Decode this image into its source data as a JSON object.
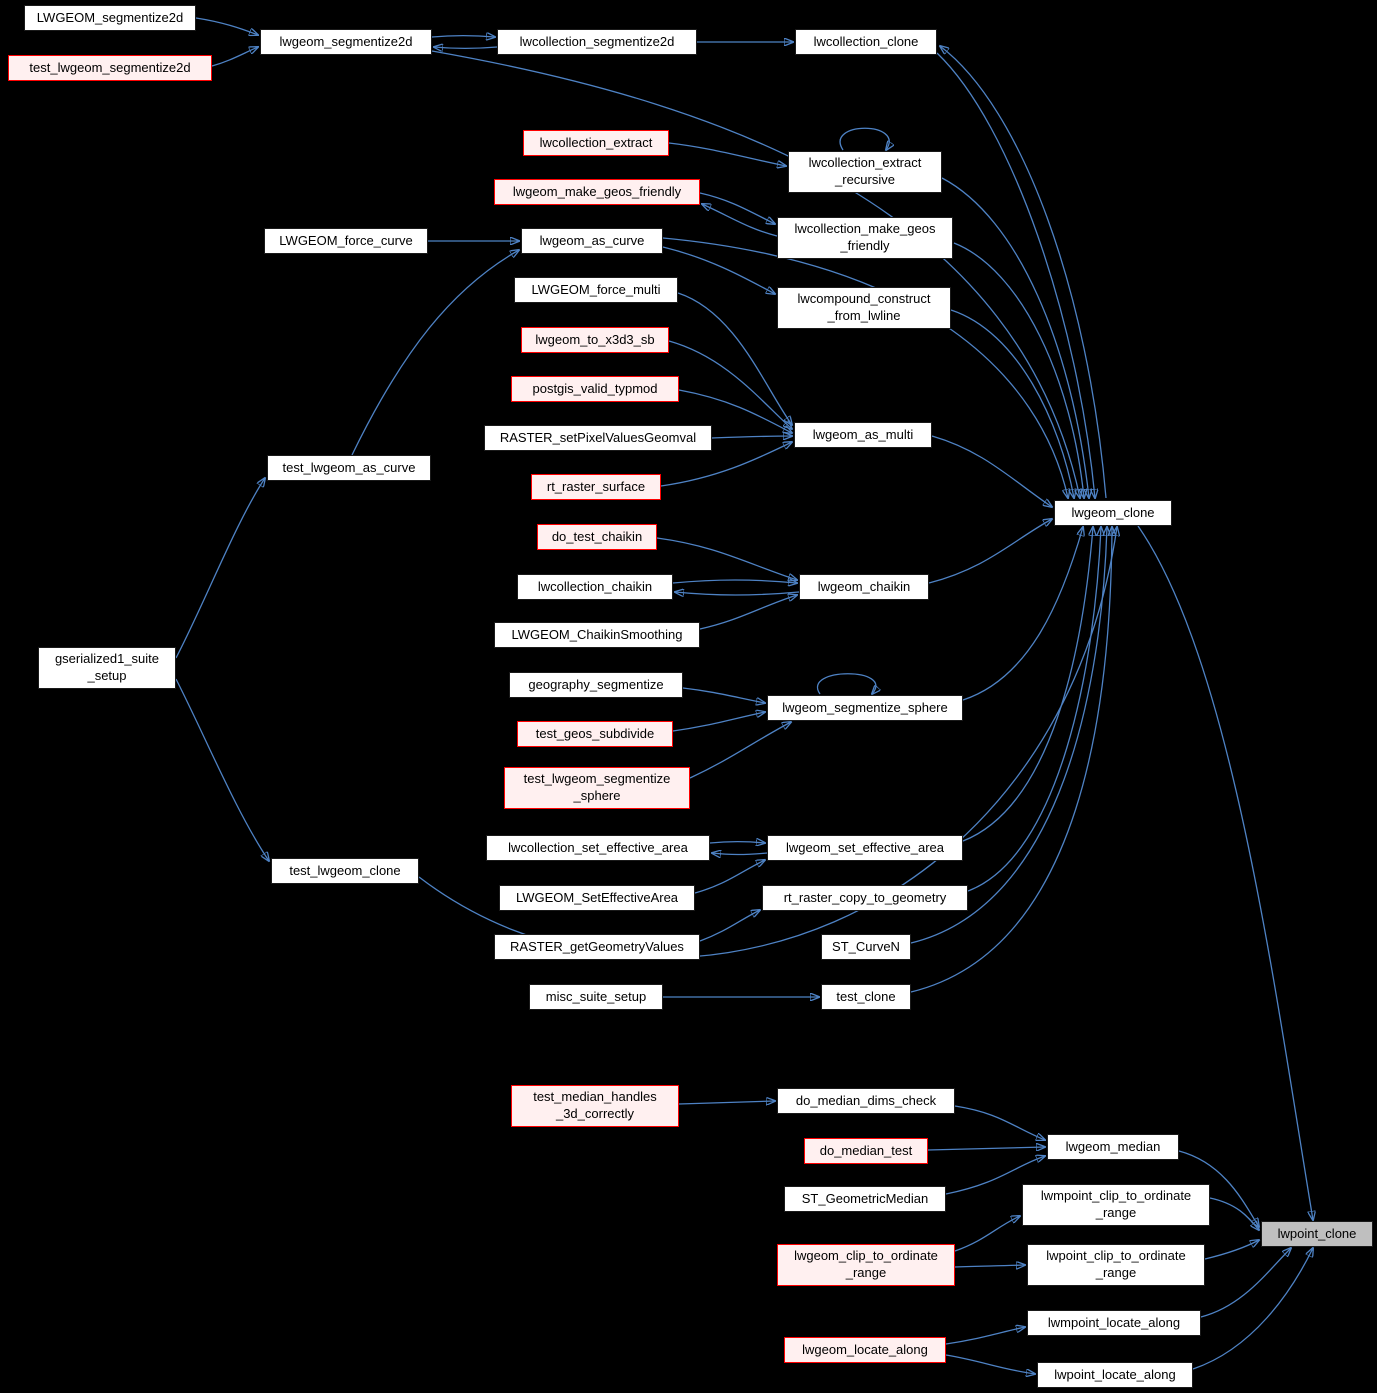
{
  "graph": {
    "kind": "doxygen-caller-graph",
    "colors": {
      "background": "#000000",
      "edge": "#4e82c4",
      "node_fill": "#ffffff",
      "node_border": "#1a1a1a",
      "truncated_fill": "#fff0f0",
      "truncated_border": "#ff0000",
      "focus_fill": "#bfbfbf"
    },
    "nodes": [
      {
        "id": "LWGEOM_segmentize2d",
        "label": "LWGEOM_segmentize2d",
        "kind": "normal"
      },
      {
        "id": "test_lwgeom_segmentize2d",
        "label": "test_lwgeom_segmentize2d",
        "kind": "truncated"
      },
      {
        "id": "lwgeom_segmentize2d",
        "label": "lwgeom_segmentize2d",
        "kind": "normal"
      },
      {
        "id": "lwcollection_segmentize2d",
        "label": "lwcollection_segmentize2d",
        "kind": "normal"
      },
      {
        "id": "lwcollection_clone",
        "label": "lwcollection_clone",
        "kind": "normal"
      },
      {
        "id": "lwcollection_extract",
        "label": "lwcollection_extract",
        "kind": "truncated"
      },
      {
        "id": "lwcollection_extract_recursive",
        "label": "lwcollection_extract\n_recursive",
        "kind": "normal"
      },
      {
        "id": "lwgeom_make_geos_friendly",
        "label": "lwgeom_make_geos_friendly",
        "kind": "truncated"
      },
      {
        "id": "LWGEOM_force_curve",
        "label": "LWGEOM_force_curve",
        "kind": "normal"
      },
      {
        "id": "lwgeom_as_curve",
        "label": "lwgeom_as_curve",
        "kind": "normal"
      },
      {
        "id": "lwcollection_make_geos_friendly",
        "label": "lwcollection_make_geos\n_friendly",
        "kind": "normal"
      },
      {
        "id": "LWGEOM_force_multi",
        "label": "LWGEOM_force_multi",
        "kind": "normal"
      },
      {
        "id": "lwcompound_construct_from_lwline",
        "label": "lwcompound_construct\n_from_lwline",
        "kind": "normal"
      },
      {
        "id": "lwgeom_to_x3d3_sb",
        "label": "lwgeom_to_x3d3_sb",
        "kind": "truncated"
      },
      {
        "id": "postgis_valid_typmod",
        "label": "postgis_valid_typmod",
        "kind": "truncated"
      },
      {
        "id": "RASTER_setPixelValuesGeomval",
        "label": "RASTER_setPixelValuesGeomval",
        "kind": "normal"
      },
      {
        "id": "lwgeom_as_multi",
        "label": "lwgeom_as_multi",
        "kind": "normal"
      },
      {
        "id": "rt_raster_surface",
        "label": "rt_raster_surface",
        "kind": "truncated"
      },
      {
        "id": "test_lwgeom_as_curve",
        "label": "test_lwgeom_as_curve",
        "kind": "normal"
      },
      {
        "id": "lwgeom_clone",
        "label": "lwgeom_clone",
        "kind": "normal"
      },
      {
        "id": "do_test_chaikin",
        "label": "do_test_chaikin",
        "kind": "truncated"
      },
      {
        "id": "lwcollection_chaikin",
        "label": "lwcollection_chaikin",
        "kind": "normal"
      },
      {
        "id": "lwgeom_chaikin",
        "label": "lwgeom_chaikin",
        "kind": "normal"
      },
      {
        "id": "LWGEOM_ChaikinSmoothing",
        "label": "LWGEOM_ChaikinSmoothing",
        "kind": "normal"
      },
      {
        "id": "gserialized1_suite_setup",
        "label": "gserialized1_suite\n_setup",
        "kind": "normal"
      },
      {
        "id": "geography_segmentize",
        "label": "geography_segmentize",
        "kind": "normal"
      },
      {
        "id": "lwgeom_segmentize_sphere",
        "label": "lwgeom_segmentize_sphere",
        "kind": "normal"
      },
      {
        "id": "test_geos_subdivide",
        "label": "test_geos_subdivide",
        "kind": "truncated"
      },
      {
        "id": "test_lwgeom_segmentize_sphere",
        "label": "test_lwgeom_segmentize\n_sphere",
        "kind": "truncated"
      },
      {
        "id": "lwcollection_set_effective_area",
        "label": "lwcollection_set_effective_area",
        "kind": "normal"
      },
      {
        "id": "lwgeom_set_effective_area",
        "label": "lwgeom_set_effective_area",
        "kind": "normal"
      },
      {
        "id": "test_lwgeom_clone",
        "label": "test_lwgeom_clone",
        "kind": "normal"
      },
      {
        "id": "LWGEOM_SetEffectiveArea",
        "label": "LWGEOM_SetEffectiveArea",
        "kind": "normal"
      },
      {
        "id": "rt_raster_copy_to_geometry",
        "label": "rt_raster_copy_to_geometry",
        "kind": "normal"
      },
      {
        "id": "RASTER_getGeometryValues",
        "label": "RASTER_getGeometryValues",
        "kind": "normal"
      },
      {
        "id": "ST_CurveN",
        "label": "ST_CurveN",
        "kind": "normal"
      },
      {
        "id": "misc_suite_setup",
        "label": "misc_suite_setup",
        "kind": "normal"
      },
      {
        "id": "test_clone",
        "label": "test_clone",
        "kind": "normal"
      },
      {
        "id": "test_median_handles_3d_correctly",
        "label": "test_median_handles\n_3d_correctly",
        "kind": "truncated"
      },
      {
        "id": "do_median_dims_check",
        "label": "do_median_dims_check",
        "kind": "normal"
      },
      {
        "id": "do_median_test",
        "label": "do_median_test",
        "kind": "truncated"
      },
      {
        "id": "lwgeom_median",
        "label": "lwgeom_median",
        "kind": "normal"
      },
      {
        "id": "ST_GeometricMedian",
        "label": "ST_GeometricMedian",
        "kind": "normal"
      },
      {
        "id": "lwmpoint_clip_to_ordinate_range",
        "label": "lwmpoint_clip_to_ordinate\n_range",
        "kind": "normal"
      },
      {
        "id": "lwgeom_clip_to_ordinate_range",
        "label": "lwgeom_clip_to_ordinate\n_range",
        "kind": "truncated"
      },
      {
        "id": "lwpoint_clip_to_ordinate_range",
        "label": "lwpoint_clip_to_ordinate\n_range",
        "kind": "normal"
      },
      {
        "id": "lwpoint_clone",
        "label": "lwpoint_clone",
        "kind": "focus"
      },
      {
        "id": "lwmpoint_locate_along",
        "label": "lwmpoint_locate_along",
        "kind": "normal"
      },
      {
        "id": "lwgeom_locate_along",
        "label": "lwgeom_locate_along",
        "kind": "truncated"
      },
      {
        "id": "lwpoint_locate_along",
        "label": "lwpoint_locate_along",
        "kind": "normal"
      }
    ],
    "edges": [
      {
        "from": "LWGEOM_segmentize2d",
        "to": "lwgeom_segmentize2d"
      },
      {
        "from": "test_lwgeom_segmentize2d",
        "to": "lwgeom_segmentize2d"
      },
      {
        "from": "lwgeom_segmentize2d",
        "to": "lwcollection_segmentize2d"
      },
      {
        "from": "lwcollection_segmentize2d",
        "to": "lwgeom_segmentize2d"
      },
      {
        "from": "lwcollection_segmentize2d",
        "to": "lwcollection_clone"
      },
      {
        "from": "lwcollection_clone",
        "to": "lwgeom_clone"
      },
      {
        "from": "lwgeom_clone",
        "to": "lwcollection_clone"
      },
      {
        "from": "lwgeom_segmentize2d",
        "to": "lwgeom_clone"
      },
      {
        "from": "lwcollection_extract",
        "to": "lwcollection_extract_recursive"
      },
      {
        "from": "lwcollection_extract_recursive",
        "to": "lwcollection_extract_recursive"
      },
      {
        "from": "lwcollection_extract_recursive",
        "to": "lwgeom_clone"
      },
      {
        "from": "lwgeom_make_geos_friendly",
        "to": "lwcollection_make_geos_friendly"
      },
      {
        "from": "lwcollection_make_geos_friendly",
        "to": "lwgeom_make_geos_friendly"
      },
      {
        "from": "lwcollection_make_geos_friendly",
        "to": "lwgeom_clone"
      },
      {
        "from": "LWGEOM_force_curve",
        "to": "lwgeom_as_curve"
      },
      {
        "from": "test_lwgeom_as_curve",
        "to": "lwgeom_as_curve"
      },
      {
        "from": "lwgeom_as_curve",
        "to": "lwcompound_construct_from_lwline"
      },
      {
        "from": "lwgeom_as_curve",
        "to": "lwgeom_clone"
      },
      {
        "from": "lwcompound_construct_from_lwline",
        "to": "lwgeom_clone"
      },
      {
        "from": "LWGEOM_force_multi",
        "to": "lwgeom_as_multi"
      },
      {
        "from": "lwgeom_to_x3d3_sb",
        "to": "lwgeom_as_multi"
      },
      {
        "from": "postgis_valid_typmod",
        "to": "lwgeom_as_multi"
      },
      {
        "from": "RASTER_setPixelValuesGeomval",
        "to": "lwgeom_as_multi"
      },
      {
        "from": "rt_raster_surface",
        "to": "lwgeom_as_multi"
      },
      {
        "from": "lwgeom_as_multi",
        "to": "lwgeom_clone"
      },
      {
        "from": "do_test_chaikin",
        "to": "lwgeom_chaikin"
      },
      {
        "from": "lwcollection_chaikin",
        "to": "lwgeom_chaikin"
      },
      {
        "from": "lwgeom_chaikin",
        "to": "lwcollection_chaikin"
      },
      {
        "from": "LWGEOM_ChaikinSmoothing",
        "to": "lwgeom_chaikin"
      },
      {
        "from": "lwgeom_chaikin",
        "to": "lwgeom_clone"
      },
      {
        "from": "geography_segmentize",
        "to": "lwgeom_segmentize_sphere"
      },
      {
        "from": "test_geos_subdivide",
        "to": "lwgeom_segmentize_sphere"
      },
      {
        "from": "test_lwgeom_segmentize_sphere",
        "to": "lwgeom_segmentize_sphere"
      },
      {
        "from": "lwgeom_segmentize_sphere",
        "to": "lwgeom_segmentize_sphere"
      },
      {
        "from": "lwgeom_segmentize_sphere",
        "to": "lwgeom_clone"
      },
      {
        "from": "lwcollection_set_effective_area",
        "to": "lwgeom_set_effective_area"
      },
      {
        "from": "lwgeom_set_effective_area",
        "to": "lwcollection_set_effective_area"
      },
      {
        "from": "LWGEOM_SetEffectiveArea",
        "to": "lwgeom_set_effective_area"
      },
      {
        "from": "lwgeom_set_effective_area",
        "to": "lwgeom_clone"
      },
      {
        "from": "RASTER_getGeometryValues",
        "to": "rt_raster_copy_to_geometry"
      },
      {
        "from": "rt_raster_copy_to_geometry",
        "to": "lwgeom_clone"
      },
      {
        "from": "ST_CurveN",
        "to": "lwgeom_clone"
      },
      {
        "from": "misc_suite_setup",
        "to": "test_clone"
      },
      {
        "from": "test_clone",
        "to": "lwgeom_clone"
      },
      {
        "from": "test_lwgeom_clone",
        "to": "lwgeom_clone"
      },
      {
        "from": "gserialized1_suite_setup",
        "to": "test_lwgeom_as_curve"
      },
      {
        "from": "gserialized1_suite_setup",
        "to": "test_lwgeom_clone"
      },
      {
        "from": "test_median_handles_3d_correctly",
        "to": "do_median_dims_check"
      },
      {
        "from": "do_median_dims_check",
        "to": "lwgeom_median"
      },
      {
        "from": "do_median_test",
        "to": "lwgeom_median"
      },
      {
        "from": "ST_GeometricMedian",
        "to": "lwgeom_median"
      },
      {
        "from": "lwgeom_median",
        "to": "lwpoint_clone"
      },
      {
        "from": "lwgeom_clip_to_ordinate_range",
        "to": "lwmpoint_clip_to_ordinate_range"
      },
      {
        "from": "lwgeom_clip_to_ordinate_range",
        "to": "lwpoint_clip_to_ordinate_range"
      },
      {
        "from": "lwmpoint_clip_to_ordinate_range",
        "to": "lwpoint_clone"
      },
      {
        "from": "lwpoint_clip_to_ordinate_range",
        "to": "lwpoint_clone"
      },
      {
        "from": "lwgeom_locate_along",
        "to": "lwmpoint_locate_along"
      },
      {
        "from": "lwgeom_locate_along",
        "to": "lwpoint_locate_along"
      },
      {
        "from": "lwmpoint_locate_along",
        "to": "lwpoint_clone"
      },
      {
        "from": "lwpoint_locate_along",
        "to": "lwpoint_clone"
      },
      {
        "from": "lwgeom_clone",
        "to": "lwpoint_clone"
      }
    ]
  }
}
